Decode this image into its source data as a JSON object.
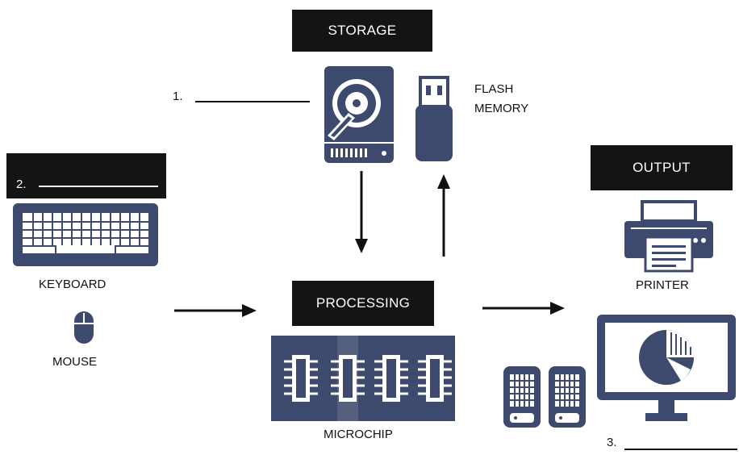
{
  "headers": {
    "storage": "STORAGE",
    "processing": "PROCESSING",
    "output": "OUTPUT"
  },
  "input_box": {
    "number": "2."
  },
  "numbers": {
    "one": "1.",
    "three": "3."
  },
  "labels": {
    "flash_line1": "FLASH",
    "flash_line2": "MEMORY",
    "keyboard": "KEYBOARD",
    "mouse": "MOUSE",
    "microchip": "MICROCHIP",
    "printer": "PRINTER"
  },
  "colors": {
    "icon": "#3d4a6e",
    "header_bg": "#141414",
    "arrow": "#111111"
  },
  "icons": [
    "hard-drive-icon",
    "flash-drive-icon",
    "keyboard-icon",
    "mouse-icon",
    "microchip-icon",
    "printer-icon",
    "speakers-icon",
    "monitor-icon"
  ]
}
